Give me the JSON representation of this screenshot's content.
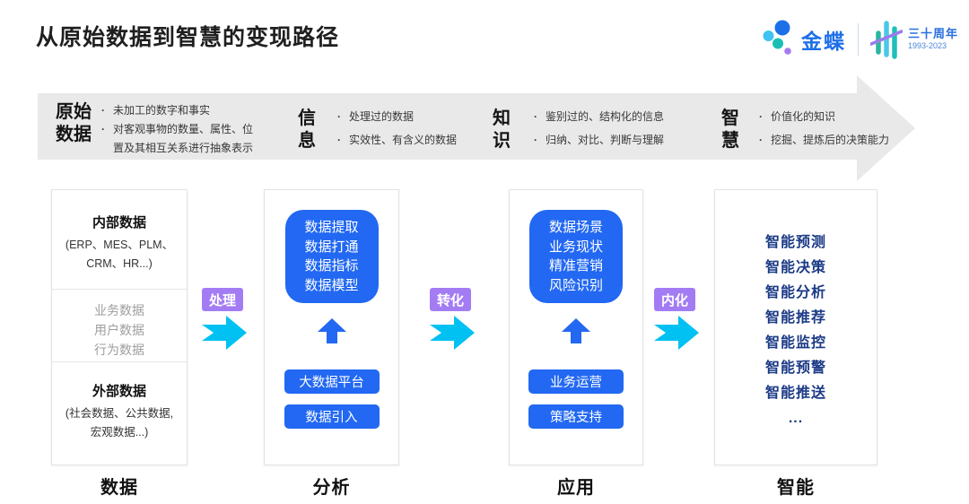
{
  "title": "从原始数据到智慧的变现路径",
  "logo": {
    "brand": "金蝶",
    "anniversary": "三十周年",
    "years": "1993-2023"
  },
  "band": {
    "stages": [
      {
        "name": "原始\n数据",
        "point1": "未加工的数字和事实",
        "point2": "对客观事物的数量、属性、位置及其相互关系进行抽象表示"
      },
      {
        "name": "信\n息",
        "point1": "处理过的数据",
        "point2": "实效性、有含义的数据"
      },
      {
        "name": "知\n识",
        "point1": "鉴别过的、结构化的信息",
        "point2": "归纳、对比、判断与理解"
      },
      {
        "name": "智\n慧",
        "point1": "价值化的知识",
        "point2": "挖掘、提炼后的决策能力"
      }
    ]
  },
  "columns": {
    "data": {
      "internal_heading": "内部数据",
      "internal_line1": "(ERP、MES、PLM、",
      "internal_line2": "CRM、HR...)",
      "middle_item1": "业务数据",
      "middle_item2": "用户数据",
      "middle_item3": "行为数据",
      "external_heading": "外部数据",
      "external_line1": "(社会数据、公共数据,",
      "external_line2": "宏观数据...)",
      "footer": "数据"
    },
    "analysis": {
      "card_line1": "数据提取",
      "card_line2": "数据打通",
      "card_line3": "数据指标",
      "card_line4": "数据模型",
      "button1": "大数据平台",
      "button2": "数据引入",
      "footer": "分析"
    },
    "application": {
      "card_line1": "数据场景",
      "card_line2": "业务现状",
      "card_line3": "精准营销",
      "card_line4": "风险识别",
      "button1": "业务运营",
      "button2": "策略支持",
      "footer": "应用"
    },
    "intelligence": {
      "item1": "智能预测",
      "item2": "智能决策",
      "item3": "智能分析",
      "item4": "智能推荐",
      "item5": "智能监控",
      "item6": "智能预警",
      "item7": "智能推送",
      "item8": "...",
      "footer": "智能"
    }
  },
  "connectors": {
    "c1": "处理",
    "c2": "转化",
    "c3": "内化"
  },
  "colors": {
    "primary_blue": "#2268f2",
    "navy_text": "#1b3a86",
    "cyan_arrow": "#00c1f2",
    "purple_label": "#a37cf4",
    "band_gray": "#e9e9e9",
    "brand_blue": "#1d6fe8"
  }
}
